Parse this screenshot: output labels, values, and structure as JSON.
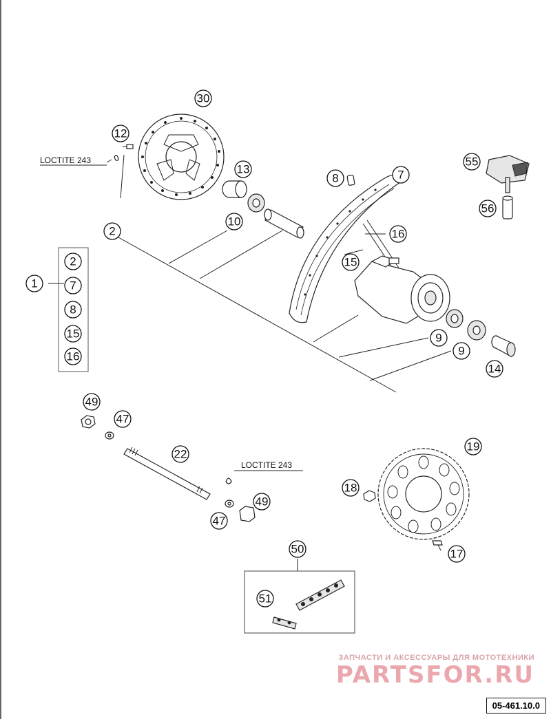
{
  "callouts": {
    "c1": "1",
    "c2": "2",
    "c7": "7",
    "c8": "8",
    "c9": "9",
    "c10": "10",
    "c12": "12",
    "c13": "13",
    "c14": "14",
    "c15": "15",
    "c16": "16",
    "c17": "17",
    "c18": "18",
    "c19": "19",
    "c22": "22",
    "c30": "30",
    "c47": "47",
    "c49": "49",
    "c50": "50",
    "c51": "51",
    "c55": "55",
    "c56": "56"
  },
  "labels": {
    "loctite_top": "LOCTITE 243",
    "loctite_axle": "LOCTITE 243"
  },
  "watermark": {
    "subtitle": "ЗАПЧАСТИ И АКСЕССУАРЫ ДЛЯ МОТОТЕХНИКИ",
    "brand": "PARTSFOR.RU"
  },
  "drawing_code": "05-461.10.0",
  "colors": {
    "line": "#222222",
    "watermark": "#eaa8ae"
  }
}
